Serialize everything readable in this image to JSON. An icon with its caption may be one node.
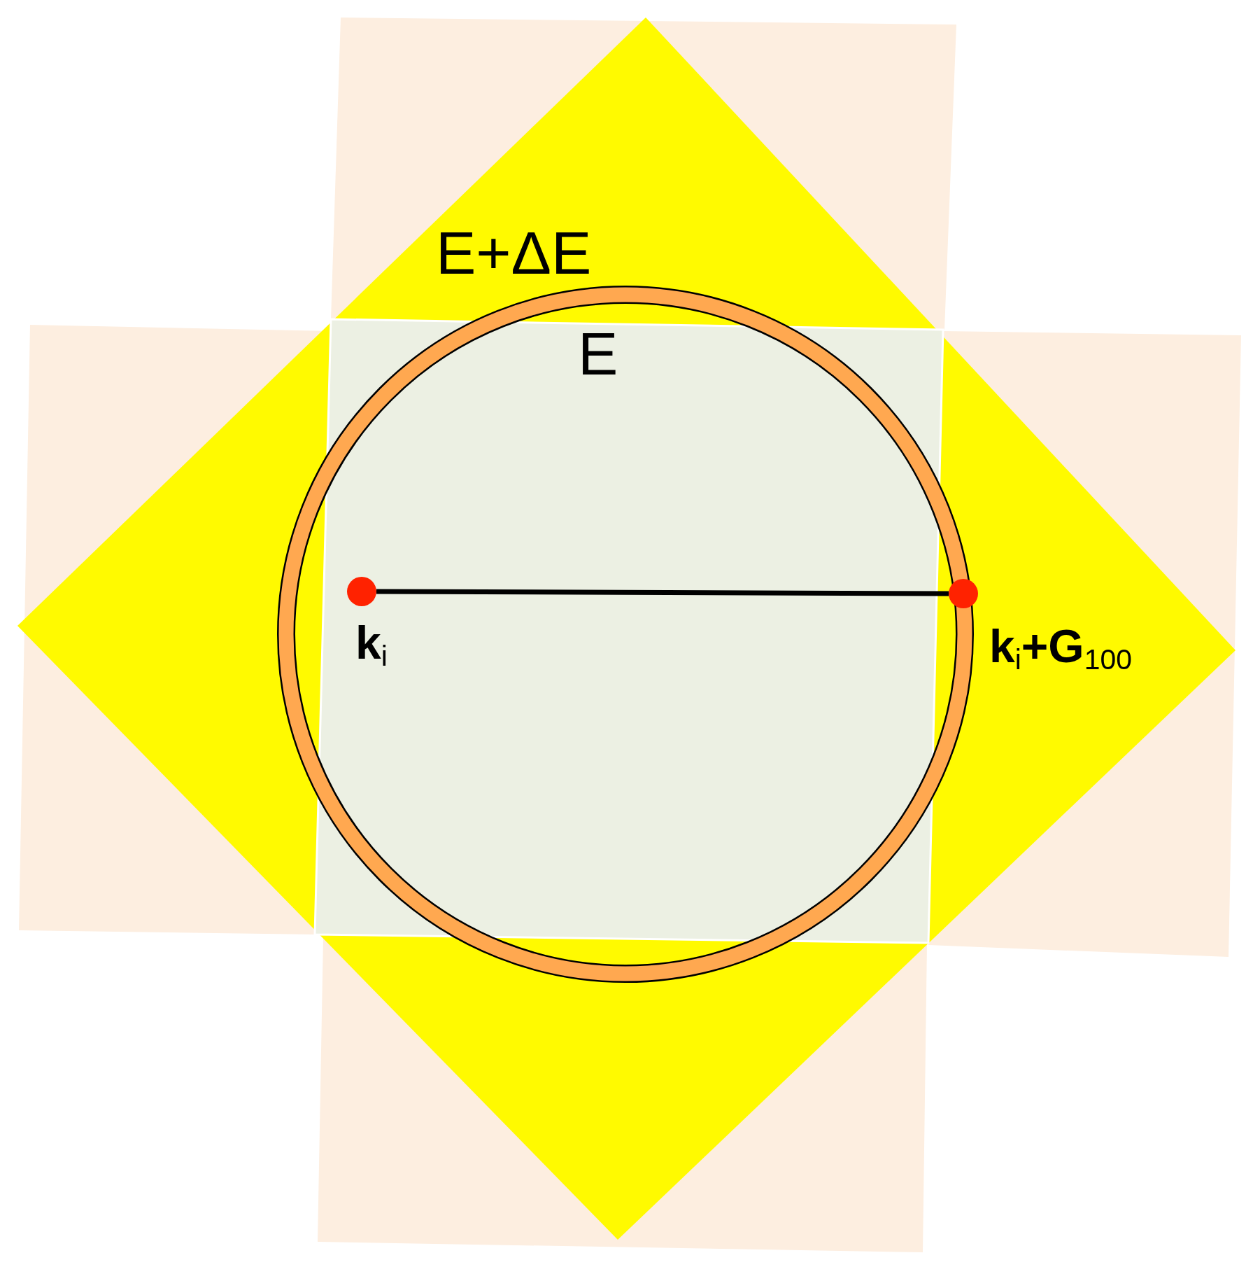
{
  "diagram": {
    "nodes": [
      {
        "text": [],
        "shape": "circle",
        "beside": [
          "**k**$_{i}$"
        ]
      },
      {
        "text": [],
        "shape": "circle",
        "beside": [
          "**k**$_{i}$**+G**$_{100}$"
        ]
      }
    ],
    "edges": [
      {
        "from": 0,
        "to": 1,
        "arrow": "none"
      }
    ],
    "labels": [
      "E+ΔE",
      "E"
    ]
  }
}
